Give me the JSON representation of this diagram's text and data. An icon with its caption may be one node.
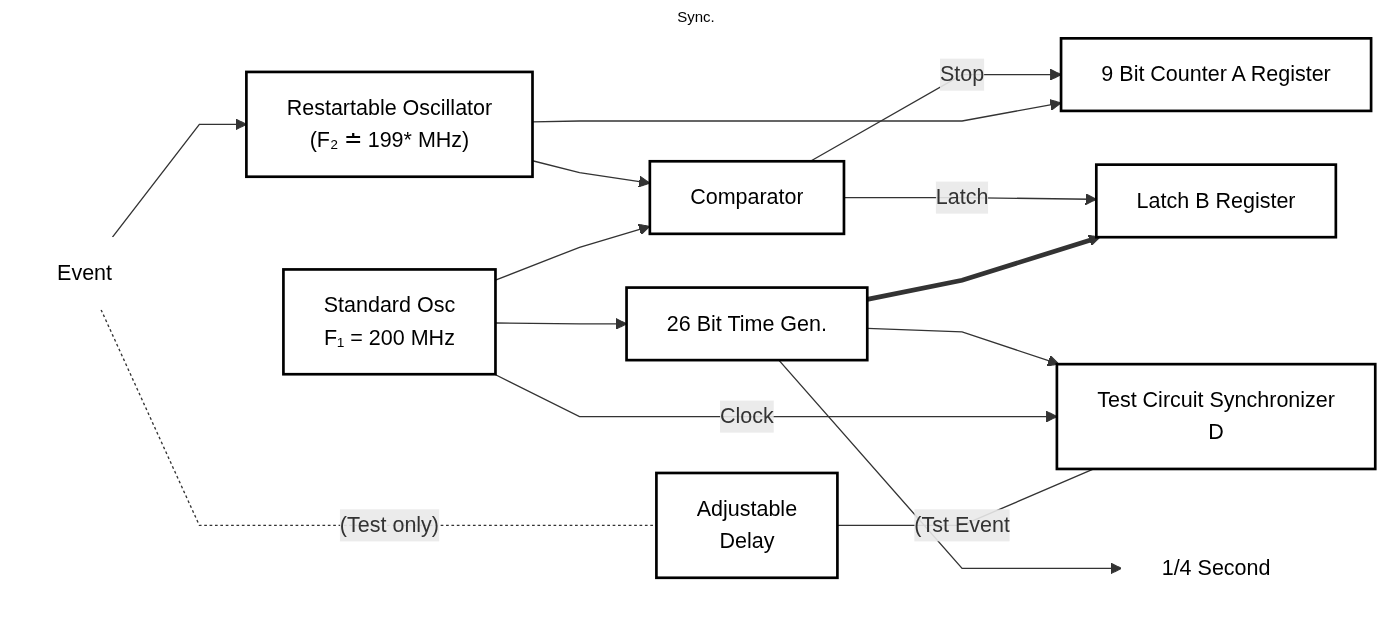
{
  "diagram": {
    "nodes": [
      {
        "text": [
          "Event"
        ]
      },
      {
        "text": [
          "Adjustable",
          "Delay"
        ]
      },
      {
        "text": [
          "Test Circuit Synchronizer",
          "D"
        ]
      },
      {
        "text": [
          "1/4 Second"
        ]
      },
      {
        "text": [
          "Standard Osc",
          "F₁ = 200 MHz"
        ]
      },
      {
        "text": [
          "26 Bit Time Gen."
        ]
      },
      {
        "text": [
          "Latch B Register"
        ]
      },
      {
        "text": [
          "Comparator"
        ]
      },
      {
        "text": [
          "Restartable Oscillator",
          "(F₂ ≐ 199* MHz)"
        ]
      },
      {
        "text": [
          "9 Bit Counter A Register"
        ]
      }
    ],
    "edges": [
      {
        "from": 0,
        "to": 8,
        "arrow": "to"
      },
      {
        "from": 0,
        "to": 1,
        "arrow": "none",
        "style": "dashed",
        "label": "(Test only)"
      },
      {
        "from": 1,
        "to": 2,
        "arrow": "none",
        "label": "(Tst Event"
      },
      {
        "from": 4,
        "to": 2,
        "arrow": "to",
        "label": "Clock"
      },
      {
        "from": 4,
        "to": 7,
        "arrow": "to"
      },
      {
        "from": 4,
        "to": 5,
        "arrow": "to"
      },
      {
        "from": 5,
        "to": 2,
        "arrow": "to"
      },
      {
        "from": 5,
        "to": 3,
        "arrow": "to"
      },
      {
        "from": 5,
        "to": 6,
        "arrow": "to",
        "style": "thick"
      },
      {
        "from": 8,
        "to": 7,
        "arrow": "to"
      },
      {
        "from": 8,
        "to": 9,
        "arrow": "to"
      },
      {
        "from": 7,
        "to": 6,
        "arrow": "to",
        "label": "Latch"
      },
      {
        "from": 7,
        "to": 9,
        "arrow": "to",
        "label": "Stop"
      }
    ],
    "labels": [
      "Sync."
    ]
  }
}
